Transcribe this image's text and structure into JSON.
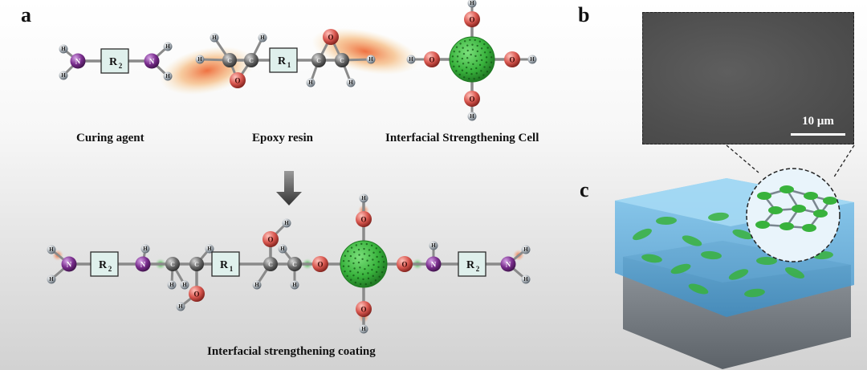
{
  "panel_labels": {
    "a": "a",
    "b": "b",
    "c": "c"
  },
  "captions": {
    "curing_agent": "Curing agent",
    "epoxy_resin": "Epoxy resin",
    "cell": "Interfacial Strengthening Cell",
    "coating": "Interfacial strengthening coating"
  },
  "atoms": {
    "hydrogen": "H",
    "nitrogen": "N",
    "oxygen": "O"
  },
  "groups": {
    "r1": "R",
    "r1_sub": "1",
    "r2": "R",
    "r2_sub": "2"
  },
  "sem": {
    "scale_bar": "10 μm"
  },
  "colors": {
    "nitrogen": "#7b2e8f",
    "oxygen": "#d9574f",
    "carbon": "#6a6a6a",
    "hydrogen": "#aeb5bb",
    "graphene": "#38b23c",
    "coating": "#4aa8dc",
    "glow": "#f0c080"
  }
}
